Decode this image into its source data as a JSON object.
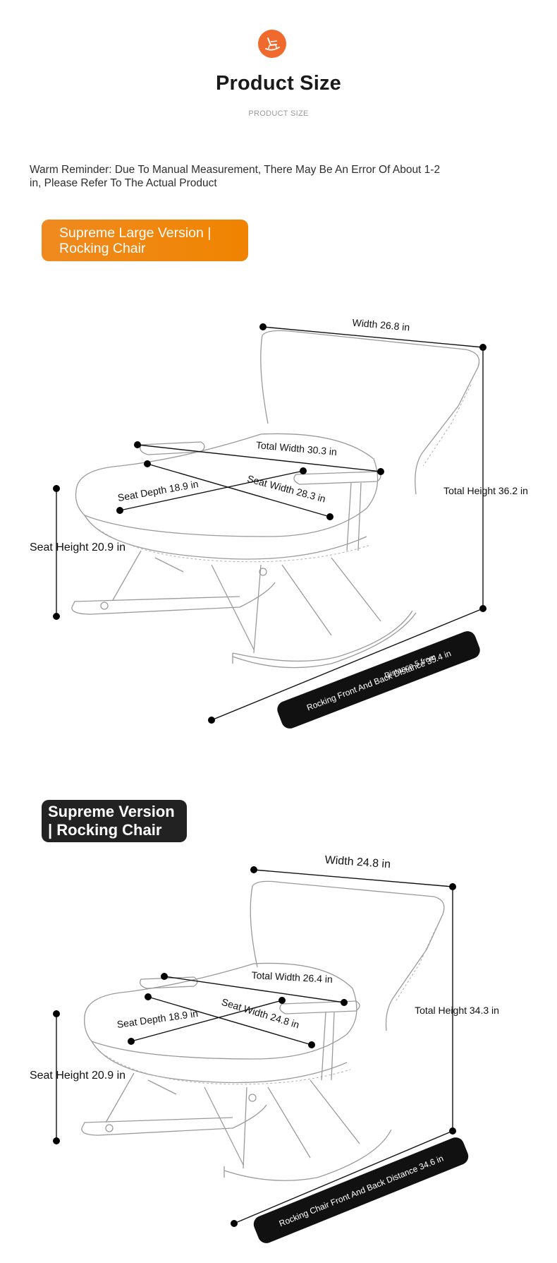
{
  "header": {
    "logo_icon": "rocking-chair-icon",
    "accent_color": "#ef6a2c",
    "title": "Product Size",
    "subtitle": "PRODUCT SIZE"
  },
  "reminder": {
    "line1": "Warm Reminder: Due To Manual Measurement, There May Be An Error Of About 1-2",
    "line2": "in, Please Refer To The Actual Product"
  },
  "large_version": {
    "badge_line1": "Supreme Large Version |",
    "badge_line2": "Rocking Chair",
    "badge_color": "#f08a20",
    "width": "Width 26.8 in",
    "total_width": "Total Width 30.3 in",
    "seat_depth": "Seat Depth 18.9 in",
    "seat_width": "Seat Width 28.3 in",
    "total_height": "Total Height 36.2 in",
    "seat_height": "Seat Height 20.9 in",
    "rocking_overlay": "Distance 5 from",
    "rocking_distance": "Rocking Front And Back Distance 35.4 in"
  },
  "standard_version": {
    "badge_line1": "Supreme Version",
    "badge_line2": "| Rocking Chair",
    "badge_color": "#222222",
    "width": "Width 24.8 in",
    "total_width": "Total Width 26.4 in",
    "seat_depth": "Seat Depth 18.9 in",
    "seat_width": "Seat Width 24.8 in",
    "total_height": "Total Height 34.3 in",
    "seat_height": "Seat Height 20.9 in",
    "rocking_distance": "Rocking Chair Front And Back Distance 34.6 in"
  }
}
